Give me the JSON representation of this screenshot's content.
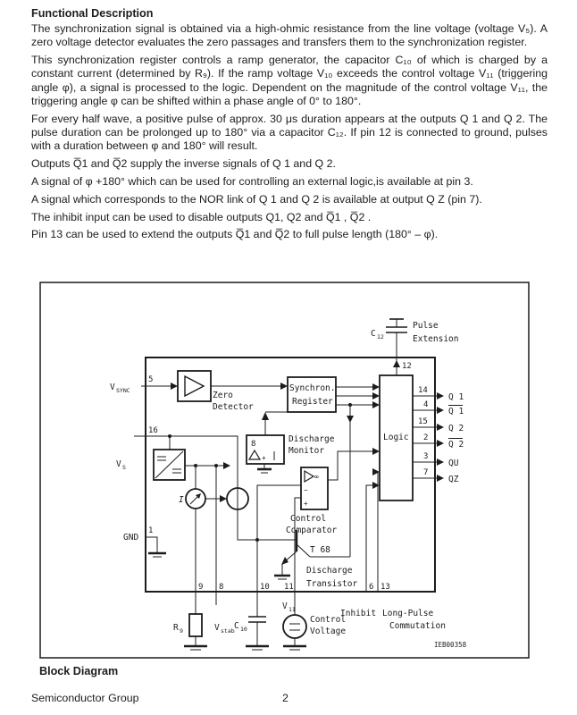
{
  "page": {
    "title": "Functional Description",
    "paragraphs": [
      "The synchronization signal is obtained via a high-ohmic resistance from the line voltage (voltage V₅). A zero voltage detector evaluates the zero passages and transfers them to the synchronization register.",
      "This synchronization register controls a ramp generator, the capacitor C₁₀ of which is charged by a constant current (determined by R₉). If the ramp voltage V₁₀ exceeds the control voltage V₁₁ (triggering angle φ), a signal is processed to the logic. Dependent on the magnitude of the control voltage V₁₁, the triggering angle φ can be shifted within a phase angle of 0° to 180°.",
      "For every half wave, a positive pulse of approx. 30 μs duration appears at the outputs Q 1 and Q 2. The pulse duration can be prolonged up to 180° via a capacitor C₁₂. If pin 12 is connected to ground, pulses with a duration between φ and 180° will result.",
      "Outputs Q̅1 and Q̅2 supply the inverse signals of Q 1 and Q 2.",
      "A signal of φ +180° which can be used for controlling an external logic,is available at pin 3.",
      "A signal which corresponds to the NOR link of Q 1 and Q 2 is available at output Q Z (pin 7).",
      "The inhibit input can be used to disable outputs Q1, Q2 and Q̅1 , Q̅2 .",
      "Pin 13 can be used to extend the outputs Q̅1 and Q̅2 to full pulse length (180° – φ)."
    ],
    "caption": "Block Diagram",
    "footer": {
      "left": "Semiconductor Group",
      "page_number": "2"
    }
  },
  "diagram": {
    "id_code": "IEB00358",
    "labels": {
      "vsync_v": "V",
      "vsync_sub": "SYNC",
      "pin5": "5",
      "zero_1": "Zero",
      "zero_2": "Detector",
      "sync_1": "Synchron.",
      "sync_2": "Register",
      "vs_v": "V",
      "vs_sub": "S",
      "pin16": "16",
      "gnd": "GND",
      "pin1": "1",
      "i": "I",
      "logic": "Logic",
      "c12_c": "C",
      "c12_sub": "12",
      "pulse_1": "Pulse",
      "pulse_2": "Extension",
      "pin12": "12",
      "dm_pin": "8",
      "dm_plus": "+",
      "dm_1": "Discharge",
      "dm_2": "Monitor",
      "cc_inf": "∞",
      "cc_minus": "−",
      "cc_plus": "+",
      "cc_1": "Control",
      "cc_2": "Comparator",
      "t68": "T 68",
      "dt_1": "Discharge",
      "dt_2": "Transistor",
      "pin9": "9",
      "pin8": "8",
      "pin10": "10",
      "pin11": "11",
      "pin6": "6",
      "pin13": "13",
      "r9_r": "R",
      "r9_sub": "9",
      "vstab_v": "V",
      "vstab_sub": "stab",
      "c10_c": "C",
      "c10_sub": "10",
      "v11_v": "V",
      "v11_sub": "11",
      "cv_1": "Control",
      "cv_2": "Voltage",
      "inhibit": "Inhibit",
      "lp_1": "Long-Pulse",
      "lp_2": "Commutation"
    },
    "outputs": [
      {
        "pin": "14",
        "label": "Q 1"
      },
      {
        "pin": "4",
        "label": "Q 1"
      },
      {
        "pin": "15",
        "label": "Q 2"
      },
      {
        "pin": "2",
        "label": "Q 2"
      },
      {
        "pin": "3",
        "label": "QU"
      },
      {
        "pin": "7",
        "label": "QZ"
      }
    ]
  }
}
